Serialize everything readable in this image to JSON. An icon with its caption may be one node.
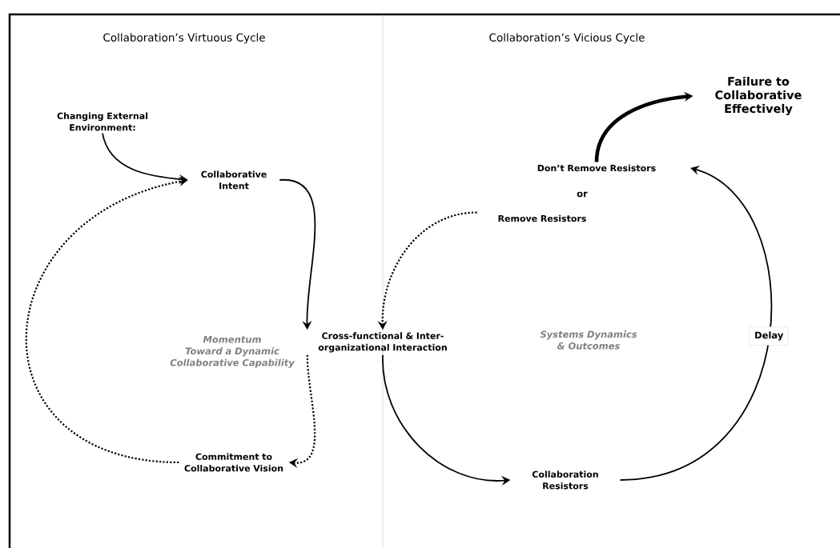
{
  "diagram": {
    "nodes": [
      {
        "text": [
          "Changing External Environment:"
        ]
      },
      {
        "text": [
          "Collaborative Intent"
        ]
      },
      {
        "text": [
          "Cross-functional & Inter-organizational Interaction"
        ]
      },
      {
        "text": [
          "Commitment to Collaborative Vision"
        ]
      },
      {
        "text": [
          "Don’t Remove Resistors"
        ]
      },
      {
        "text": [
          "Remove Resistors"
        ]
      },
      {
        "text": [
          "Failure to Collaborative Effectively"
        ]
      },
      {
        "text": [
          "Collaboration Resistors"
        ]
      }
    ],
    "edges": [
      {
        "from": 0,
        "to": 1,
        "arrow": "to"
      },
      {
        "from": 1,
        "to": 2,
        "arrow": "to"
      },
      {
        "from": 2,
        "to": 3,
        "arrow": "to",
        "style": "dashed"
      },
      {
        "from": 3,
        "to": 1,
        "arrow": "to",
        "style": "dashed"
      },
      {
        "from": 5,
        "to": 2,
        "arrow": "to",
        "style": "dashed"
      },
      {
        "from": 2,
        "to": 7,
        "arrow": "to"
      },
      {
        "from": 7,
        "to": 4,
        "arrow": "to",
        "label": "Delay"
      },
      {
        "from": 4,
        "to": 6,
        "arrow": "to",
        "style": "thick"
      }
    ],
    "labels": [
      "Collaboration’s Virtuous Cycle",
      "Collaboration’s Vicious Cycle",
      "or",
      "Momentum Toward a Dynamic Collaborative Capability",
      "Systems Dynamics & Outcomes"
    ]
  }
}
